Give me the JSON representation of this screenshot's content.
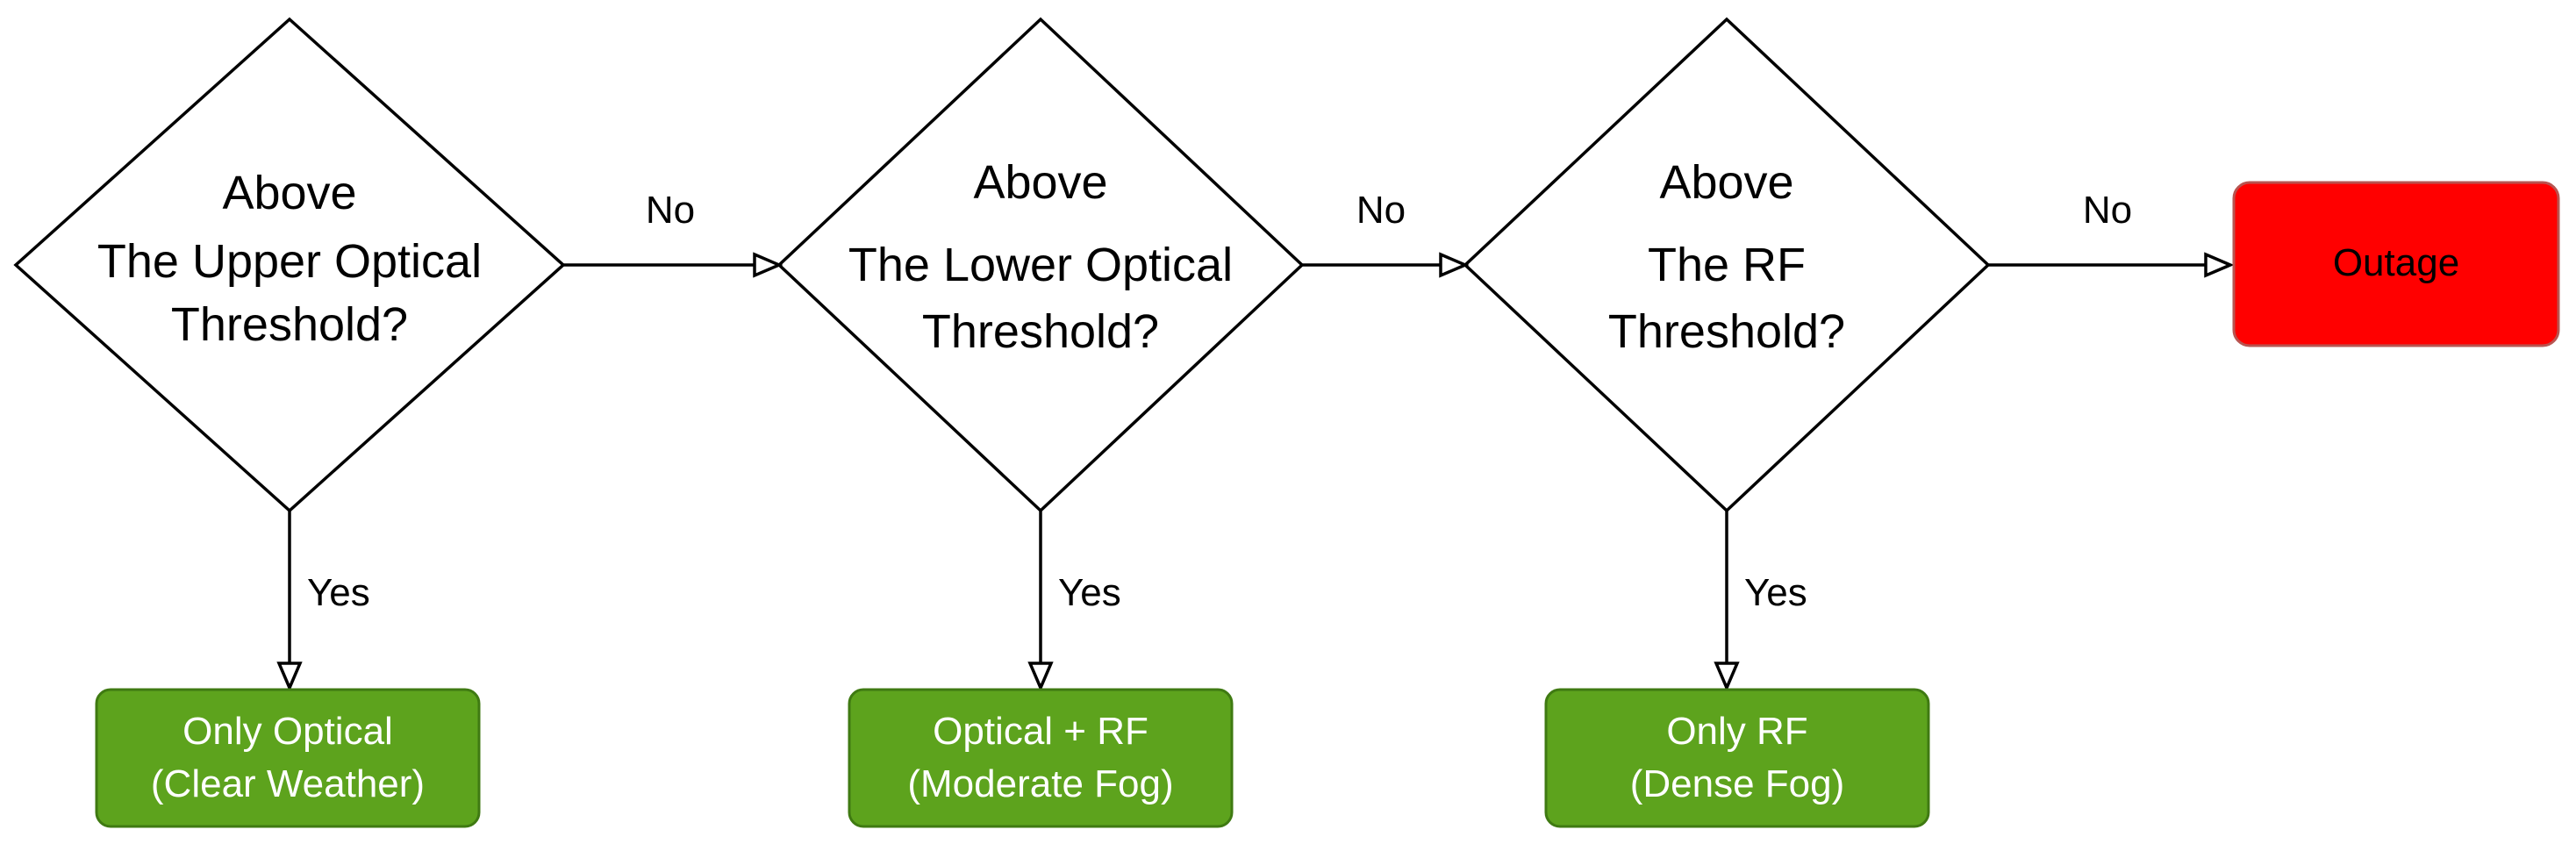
{
  "decisions": [
    {
      "lines": [
        "Above",
        "The Upper Optical",
        "Threshold?"
      ],
      "yes_label": "Yes",
      "no_label": "No",
      "result": {
        "lines": [
          "Only Optical",
          "(Clear Weather)"
        ]
      }
    },
    {
      "lines": [
        "Above",
        "The Lower Optical",
        "Threshold?"
      ],
      "yes_label": "Yes",
      "no_label": "No",
      "result": {
        "lines": [
          "Optical + RF",
          "(Moderate Fog)"
        ]
      }
    },
    {
      "lines": [
        "Above",
        "The RF",
        "Threshold?"
      ],
      "yes_label": "Yes",
      "no_label": "No",
      "result": {
        "lines": [
          "Only RF",
          "(Dense Fog)"
        ]
      }
    }
  ],
  "outage": {
    "label": "Outage"
  },
  "colors": {
    "result_fill": "#5da31d",
    "result_stroke": "#3f7a12",
    "outage_fill": "#ff0000",
    "outage_stroke": "#b85450",
    "line": "#000000"
  }
}
